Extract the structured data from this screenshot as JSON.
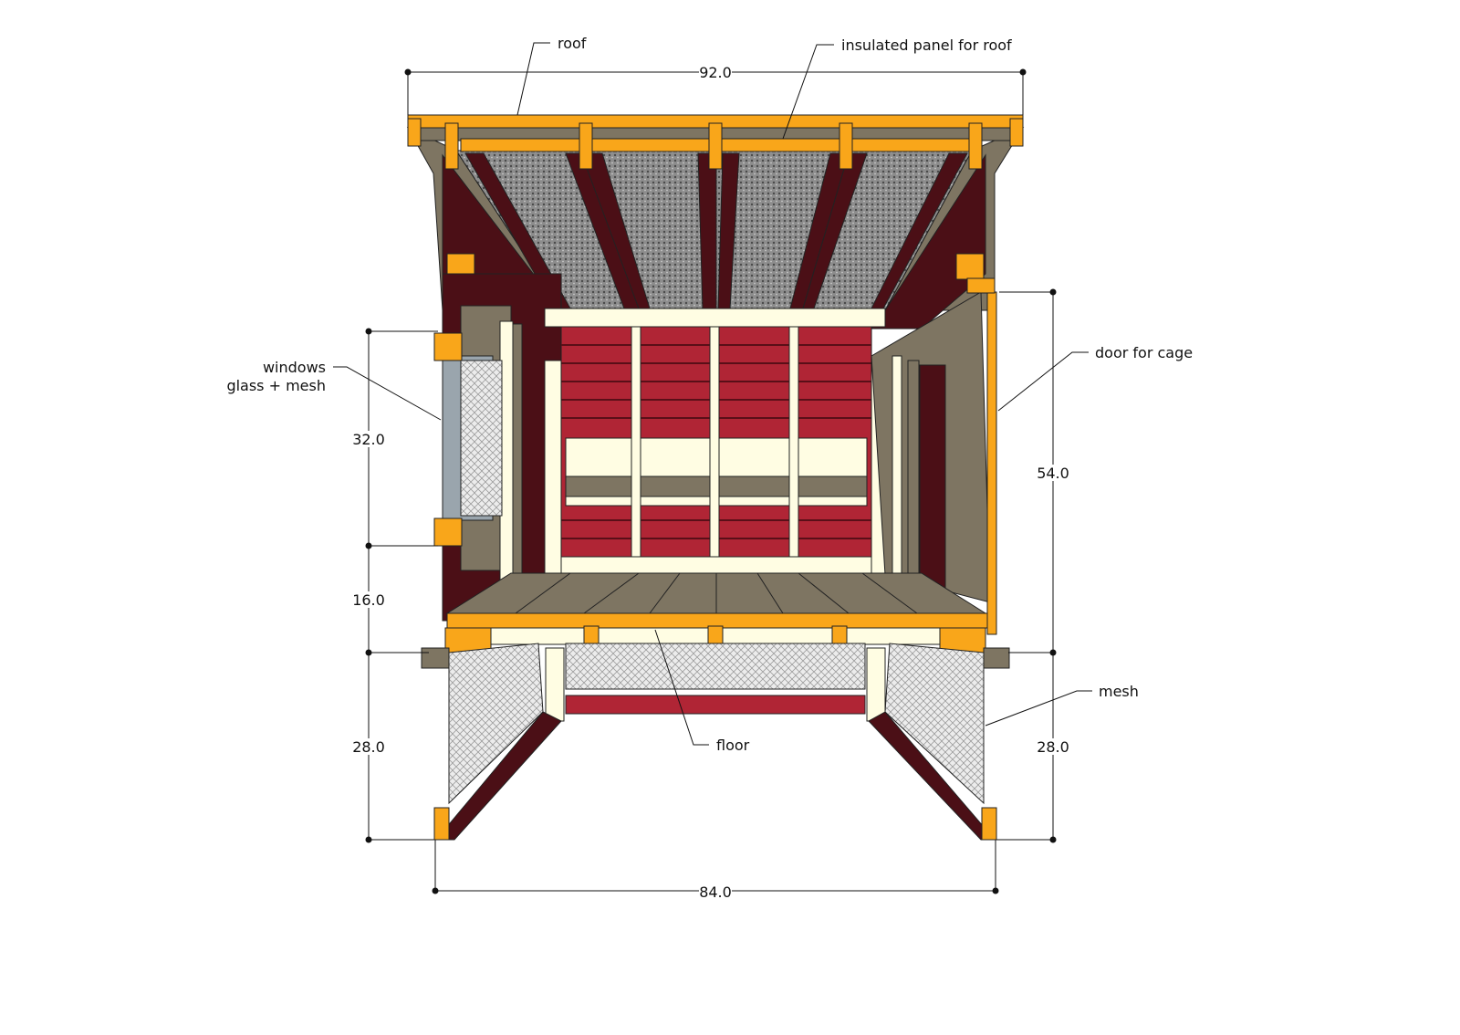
{
  "title": "Chicken coop cross-section with dimensions",
  "labels": {
    "roof": "roof",
    "insulated_panel": "insulated panel for roof",
    "windows_line1": "windows",
    "windows_line2": "glass + mesh",
    "door": "door for cage",
    "mesh": "mesh",
    "floor": "floor"
  },
  "dimensions": {
    "top_width": "92.0",
    "bottom_width": "84.0",
    "window_height": "32.0",
    "window_sill": "16.0",
    "left_leg": "28.0",
    "right_wall": "54.0",
    "right_leg": "28.0"
  },
  "colors": {
    "framing": "#F9A61A",
    "siding_brown": "#7E7562",
    "maroon": "#4B0F16",
    "red_wall": "#B02535",
    "cream_trim": "#FFFDE3",
    "insulation": "#8A8A8A"
  }
}
